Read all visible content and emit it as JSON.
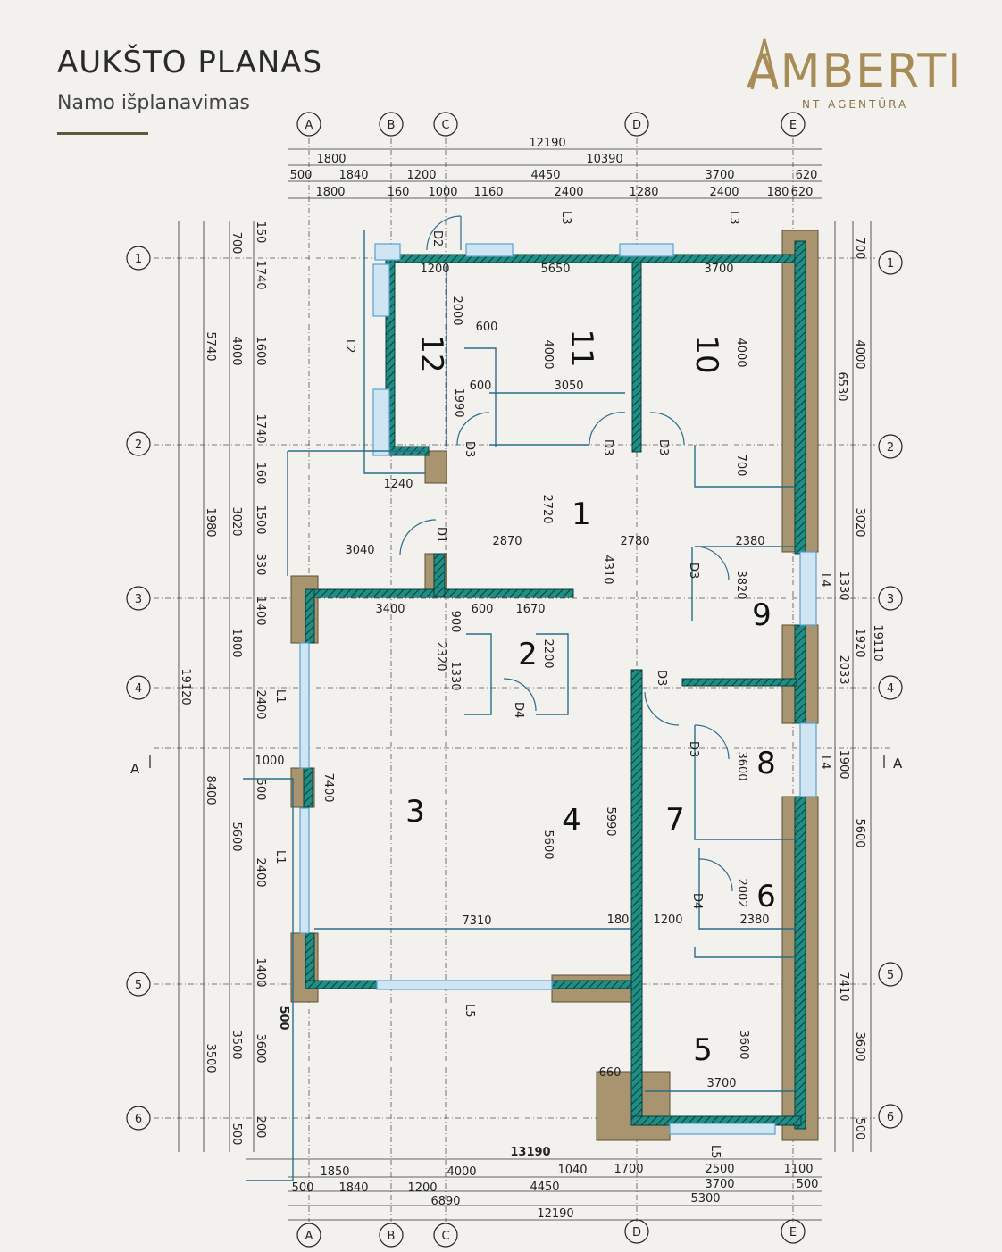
{
  "header": {
    "title": "AUKŠTO PLANAS",
    "subtitle": "Namo išplanavimas"
  },
  "logo": {
    "name": "AMBERTI",
    "tagline": "NT AGENTŪRA"
  },
  "colors": {
    "wall_fill": "#1f8f86",
    "wall_outline": "#0d3b37",
    "insulation": "#a8946e",
    "window": "#5aa0d0",
    "line": "#333333"
  },
  "axes": {
    "columns": [
      "A",
      "B",
      "C",
      "D",
      "E"
    ],
    "rows": [
      "1",
      "2",
      "3",
      "4",
      "5",
      "6"
    ],
    "section": "A"
  },
  "rooms": [
    "1",
    "2",
    "3",
    "4",
    "5",
    "6",
    "7",
    "8",
    "9",
    "10",
    "11",
    "12"
  ],
  "openings": {
    "doors": [
      "D2",
      "D3",
      "D3",
      "D3",
      "D1",
      "D3",
      "D3",
      "D3",
      "D4",
      "D4"
    ],
    "windows": [
      "L3",
      "L3",
      "L2",
      "L1",
      "L1",
      "L4",
      "L4",
      "L5",
      "L5"
    ]
  },
  "dimensions": {
    "top": [
      "12190",
      "1800",
      "10390",
      "500",
      "1840",
      "1200",
      "4450",
      "3700",
      "620",
      "1800",
      "160",
      "1000",
      "1160",
      "2400",
      "1280",
      "2400",
      "180",
      "620"
    ],
    "bottom": [
      "13190",
      "1850",
      "4000",
      "1040",
      "1700",
      "2500",
      "1100",
      "500",
      "1840",
      "1200",
      "4450",
      "3700",
      "500",
      "6890",
      "5300",
      "12190"
    ],
    "left": [
      "19120",
      "5740",
      "1980",
      "8400",
      "3500",
      "700",
      "4000",
      "3020",
      "1800",
      "5600",
      "3500",
      "150",
      "1740",
      "1600",
      "1740",
      "160",
      "1500",
      "330",
      "1400",
      "2400",
      "1000",
      "500",
      "2400",
      "1400",
      "3600",
      "200",
      "500"
    ],
    "right": [
      "700",
      "4000",
      "3020",
      "1920",
      "1900",
      "5600",
      "3600",
      "500",
      "6530",
      "1330",
      "19110",
      "2033",
      "7410"
    ],
    "interior": [
      "1200",
      "5650",
      "3700",
      "2000",
      "600",
      "4000",
      "4000",
      "600",
      "3050",
      "1990",
      "700",
      "1240",
      "2720",
      "4310",
      "2870",
      "2780",
      "2380",
      "3040",
      "3820",
      "3400",
      "900",
      "600",
      "1670",
      "2320",
      "1330",
      "2200",
      "7400",
      "5600",
      "5990",
      "3600",
      "2002",
      "2380",
      "7310",
      "180",
      "1200",
      "500",
      "3600",
      "660",
      "3700"
    ]
  }
}
